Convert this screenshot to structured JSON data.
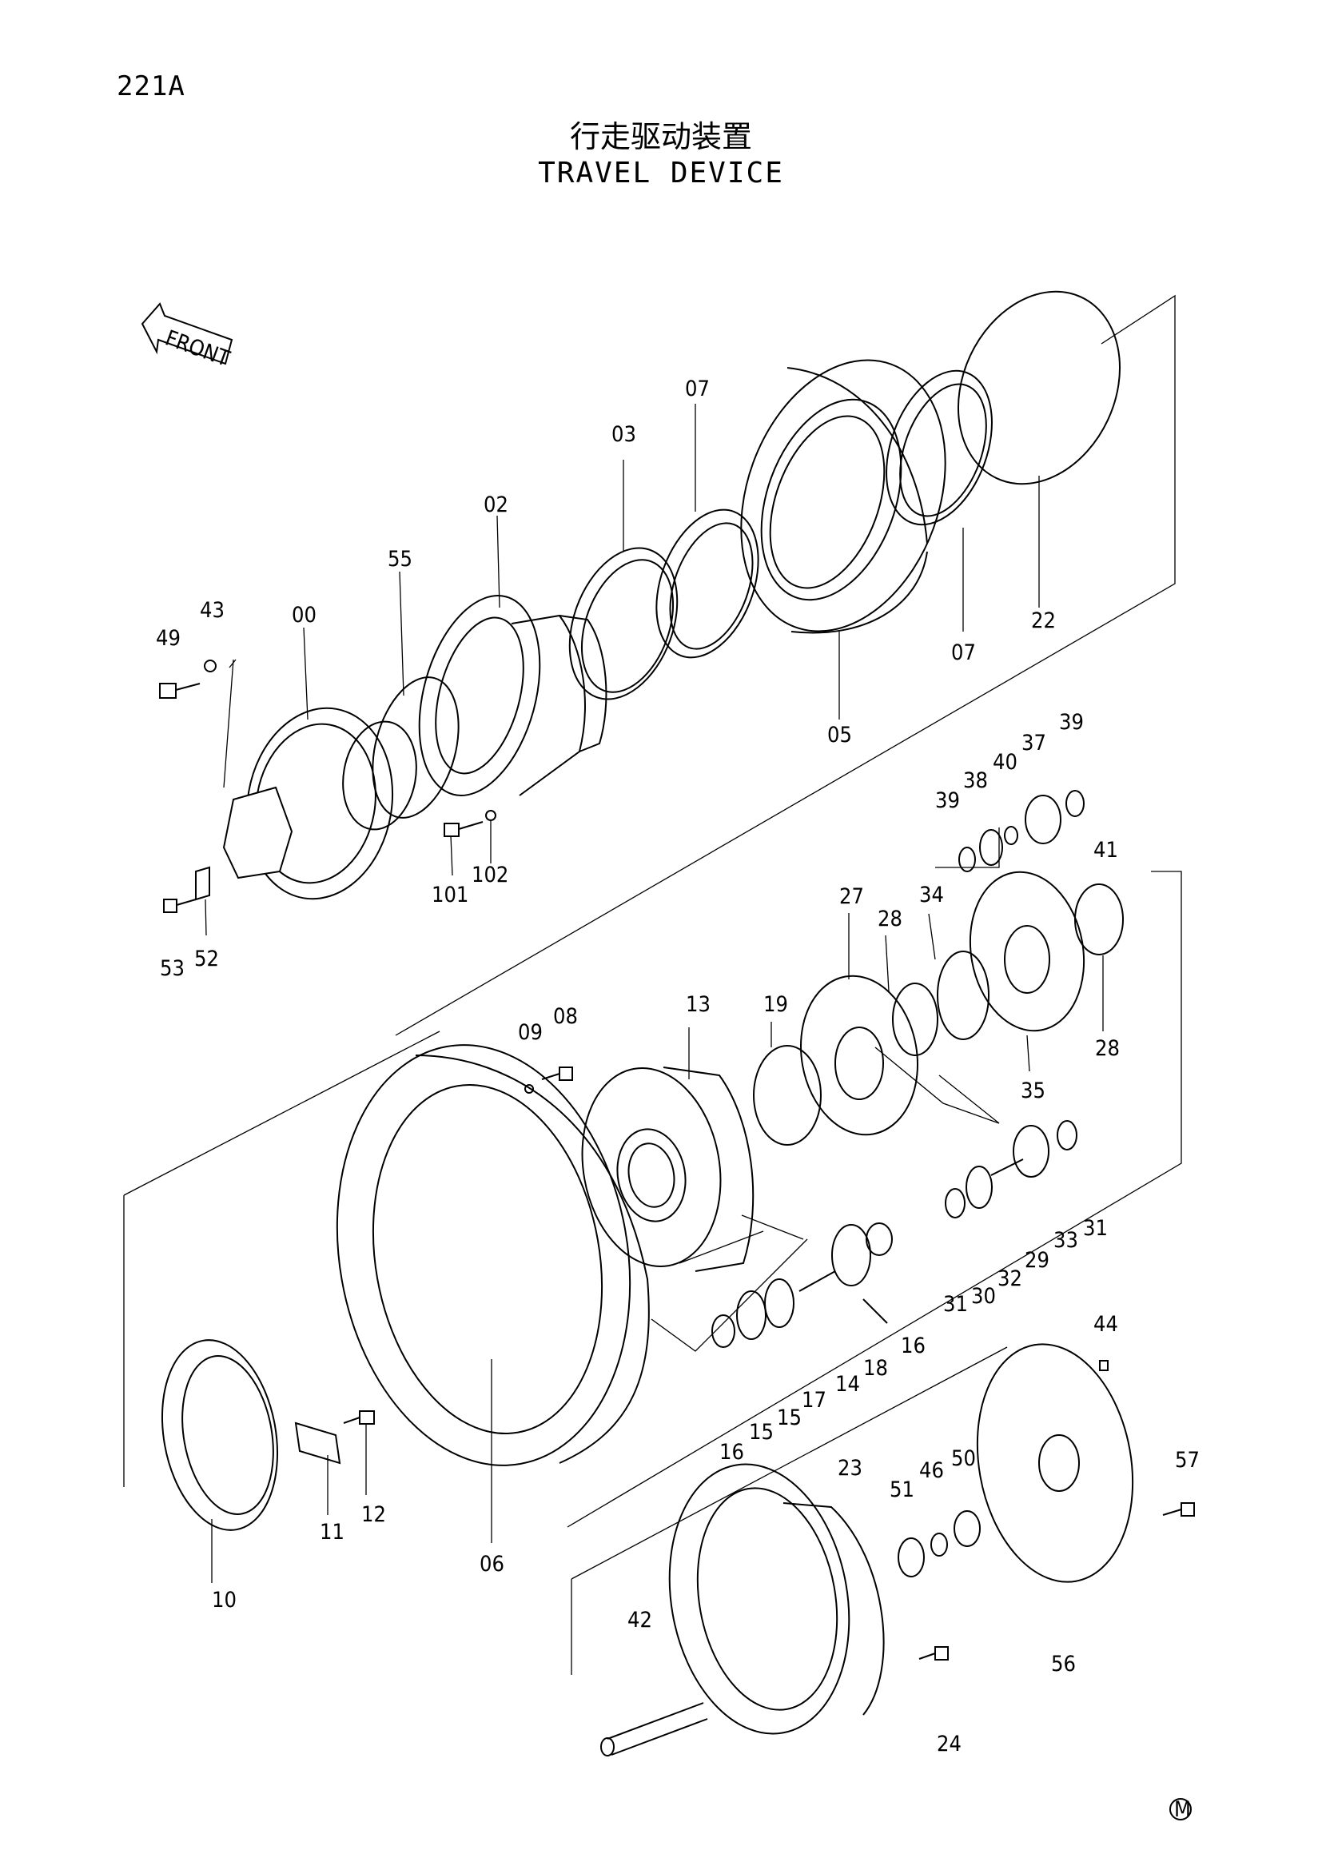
{
  "page_id": "221A",
  "title_cn": "行走驱动装置",
  "title_en": "TRAVEL DEVICE",
  "front_label": "FRONT",
  "corner_mark": "M",
  "part_labels": {
    "p00": "00",
    "p02": "02",
    "p03": "03",
    "p05": "05",
    "p06": "06",
    "p07a": "07",
    "p07b": "07",
    "p08": "08",
    "p09": "09",
    "p10": "10",
    "p11": "11",
    "p12": "12",
    "p13": "13",
    "p14": "14",
    "p15a": "15",
    "p15b": "15",
    "p16a": "16",
    "p16b": "16",
    "p17": "17",
    "p18": "18",
    "p19": "19",
    "p22": "22",
    "p23": "23",
    "p24": "24",
    "p27": "27",
    "p28a": "28",
    "p28b": "28",
    "p29": "29",
    "p30": "30",
    "p31a": "31",
    "p31b": "31",
    "p32": "32",
    "p33": "33",
    "p34": "34",
    "p35": "35",
    "p37": "37",
    "p38": "38",
    "p39a": "39",
    "p39b": "39",
    "p40": "40",
    "p41": "41",
    "p42": "42",
    "p43": "43",
    "p44": "44",
    "p46": "46",
    "p49": "49",
    "p50": "50",
    "p51": "51",
    "p52": "52",
    "p53": "53",
    "p55": "55",
    "p56": "56",
    "p57": "57",
    "p101": "101",
    "p102": "102"
  }
}
